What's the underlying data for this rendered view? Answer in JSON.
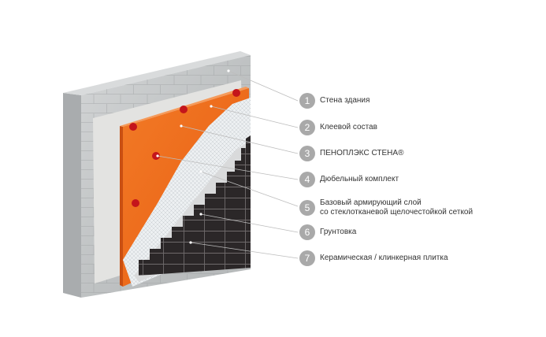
{
  "colors": {
    "concrete": "#c9cbcc",
    "concrete_dark": "#a7aaac",
    "adhesive": "#e6e6e4",
    "foam": "#ef6a1c",
    "foam_dark": "#c94f12",
    "mesh": "#eceff1",
    "tile": "#2b2728",
    "dowel": "#c4151b",
    "badge": "#a9a9a9",
    "leader": "#bdbdbd"
  },
  "legend": [
    {
      "num": "1",
      "lines": [
        "Стена здания"
      ]
    },
    {
      "num": "2",
      "lines": [
        "Клеевой состав"
      ]
    },
    {
      "num": "3",
      "lines": [
        "ПЕНОПЛЭКС СТЕНА®"
      ]
    },
    {
      "num": "4",
      "lines": [
        "Дюбельный комплект"
      ]
    },
    {
      "num": "5",
      "lines": [
        "Базовый армирующий слой",
        "со стеклотканевой щелочестойкой сеткой"
      ]
    },
    {
      "num": "6",
      "lines": [
        "Грунтовка"
      ]
    },
    {
      "num": "7",
      "lines": [
        "Керамическая / клинкерная плитка"
      ]
    }
  ]
}
